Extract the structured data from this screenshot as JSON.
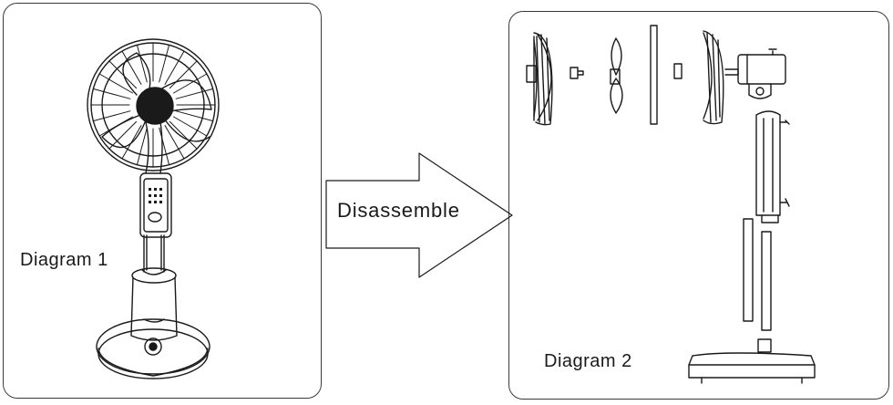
{
  "diagram_1": {
    "label": "Diagram 1"
  },
  "diagram_2": {
    "label": "Diagram 2"
  },
  "arrow": {
    "label": "Disassemble"
  },
  "colors": {
    "stroke": "#1a1a1a",
    "fill_dark": "#1a1a1a",
    "border": "#3a3a3a"
  }
}
